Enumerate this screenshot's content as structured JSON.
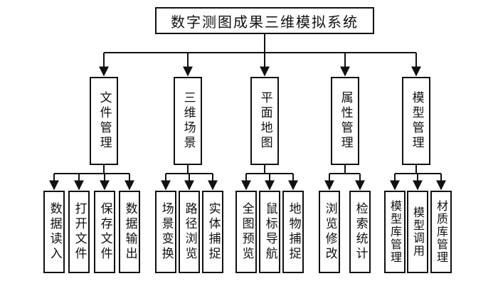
{
  "root": {
    "label": "数字测图成果三维模拟系统"
  },
  "modules": [
    {
      "label": "文件管理",
      "children": [
        "数据读入",
        "打开文件",
        "保存文件",
        "数据输出"
      ]
    },
    {
      "label": "三维场景",
      "children": [
        "场景变换",
        "路径浏览",
        "实体捕捉"
      ]
    },
    {
      "label": "平面地图",
      "children": [
        "全图预览",
        "鼠标导航",
        "地物捕捉"
      ]
    },
    {
      "label": "属性管理",
      "children": [
        "浏览修改",
        "检索统计"
      ]
    },
    {
      "label": "模型管理",
      "children": [
        "模型库管理",
        "模型调用",
        "材质库管理"
      ]
    }
  ]
}
